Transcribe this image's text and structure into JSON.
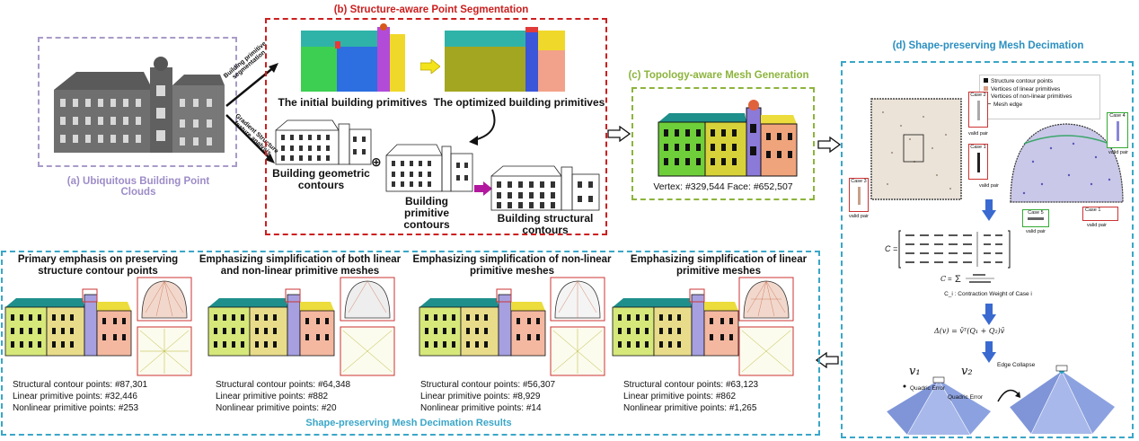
{
  "section_a": {
    "label": "(a) Ubiquitous Building Point Clouds"
  },
  "section_b": {
    "label": "(b) Structure-aware Point Segmentation",
    "initial_caption": "The initial building primitives",
    "optimized_caption": "The optimized building primitives",
    "geometric_caption": "Building geometric contours",
    "primitive_caption": "Building primitive contours",
    "structural_caption": "Building structural contours",
    "arrow1_text": "Building primitive segmentation",
    "arrow2_text": "Gradient Structure feature analysis",
    "circle_symbol": "⊕"
  },
  "section_c": {
    "label": "(c) Topology-aware Mesh Generation",
    "stats": "Vertex: #329,544 Face: #652,507"
  },
  "section_d": {
    "label": "(d) Shape-preserving Mesh Decimation",
    "legend": [
      "Structure contour points",
      "Vertices of linear primitives",
      "Vertices of non-linear primitives",
      "Mesh edge"
    ],
    "cases": [
      "Case 2",
      "Case 1",
      "Case 3",
      "Case 4",
      "Case 5",
      "Case 1"
    ],
    "valid_pair": "valid pair",
    "weight_caption": "C_i : Contraction Weight of Case i",
    "cost_formula": "Δ(v) = v̄ᵀ(Q₁ + Q₂)v̄",
    "edge_collapse": "Edge Collapse",
    "v1": "v₁",
    "v2": "v₂",
    "quadric1": "Quadric Error",
    "quadric2": "Quadric Error",
    "matrix_label": "C ="
  },
  "results": {
    "label": "Shape-preserving Mesh Decimation Results",
    "panels": [
      {
        "title": "Primary emphasis on preserving structure contour points",
        "s1": "Structural contour points: #87,301",
        "s2": "Linear primitive points: #32,446",
        "s3": "Nonlinear primitive points: #253"
      },
      {
        "title": "Emphasizing simplification of both linear and non-linear primitive meshes",
        "s1": "Structural contour points: #64,348",
        "s2": "Linear primitive points: #882",
        "s3": "Nonlinear primitive points: #20"
      },
      {
        "title": "Emphasizing simplification of non-linear primitive meshes",
        "s1": "Structural contour points: #56,307",
        "s2": "Linear primitive points: #8,929",
        "s3": "Nonlinear primitive points: #14"
      },
      {
        "title": "Emphasizing simplification of linear primitive meshes",
        "s1": "Structural contour points: #63,123",
        "s2": "Linear primitive points: #862",
        "s3": "Nonlinear primitive points: #1,265"
      }
    ]
  },
  "colors": {
    "a_border": "#a99bc8",
    "b_border": "#cc1f1f",
    "c_border": "#8cb43c",
    "d_border": "#3aa6c8",
    "results_border": "#3aa6c8",
    "a_text": "#9d8cc8",
    "c_text": "#8cb43c",
    "d_text": "#2b8fc0"
  }
}
